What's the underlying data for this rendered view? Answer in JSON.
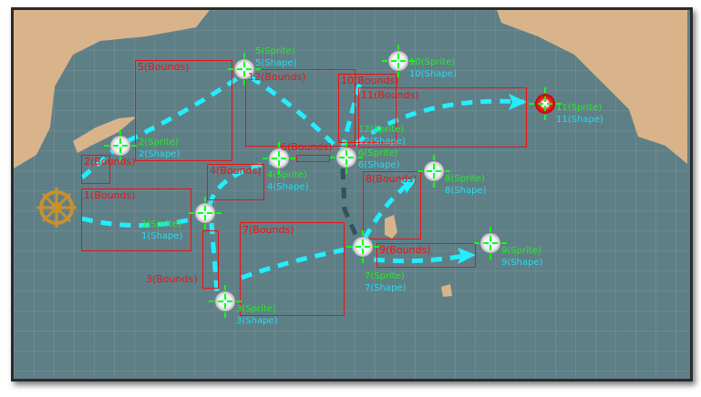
{
  "bounds": [
    {
      "label": "1(Bounds)"
    },
    {
      "label": "2(Bounds)"
    },
    {
      "label": "3(Bounds)"
    },
    {
      "label": "4(Bounds)"
    },
    {
      "label": "5(Bounds)"
    },
    {
      "label": "6(Bounds)"
    },
    {
      "label": "7(Bounds)"
    },
    {
      "label": "8(Bounds)"
    },
    {
      "label": "9(Bounds)"
    },
    {
      "label": "10(Bounds)"
    },
    {
      "label": "11(Bounds)"
    },
    {
      "label": "12(Bounds)"
    }
  ],
  "nodes": [
    {
      "sprite": "1(Sprite)",
      "shape": "1(Shape)"
    },
    {
      "sprite": "2(Sprite)",
      "shape": "2(Shape)"
    },
    {
      "sprite": "3(Sprite)",
      "shape": "3(Shape)"
    },
    {
      "sprite": "4(Sprite)",
      "shape": "4(Shape)"
    },
    {
      "sprite": "5(Sprite)",
      "shape": "5(Shape)"
    },
    {
      "sprite": "6(Sprite)",
      "shape": "6(Shape)"
    },
    {
      "sprite": "7(Sprite)",
      "shape": "7(Shape)"
    },
    {
      "sprite": "8(Sprite)",
      "shape": "8(Shape)"
    },
    {
      "sprite": "9(Sprite)",
      "shape": "9(Shape)"
    },
    {
      "sprite": "10(Sprite)",
      "shape": "10(Shape)"
    },
    {
      "sprite": "11(Sprite)",
      "shape": "11(Shape)"
    },
    {
      "sprite": "12(Sprite)",
      "shape": "12(Shape)"
    }
  ],
  "colors": {
    "bounds": "#ee1111",
    "sprite": "#22ee22",
    "shape": "#22ddee",
    "path": "#22eeff",
    "sea": "#5f7f87",
    "land": "#d9b48a"
  }
}
